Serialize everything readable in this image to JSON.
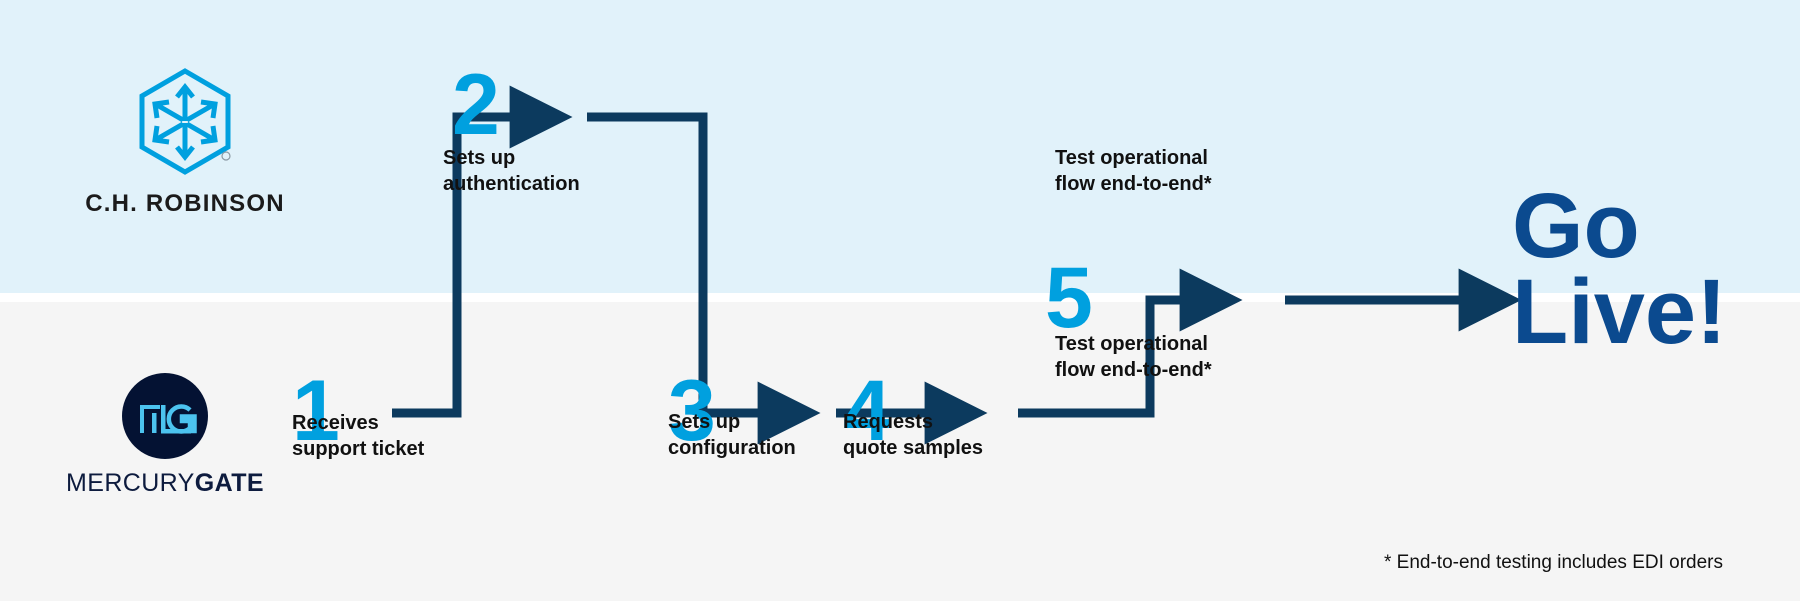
{
  "colors": {
    "band_top": "#e1f2fa",
    "band_bottom": "#f5f5f5",
    "accent_cyan": "#00a0df",
    "navy": "#0c3a5e",
    "go_live_blue": "#0b4a8f",
    "mg_circle": "#041233",
    "mg_mark": "#4cc3ef",
    "text_dark": "#111111"
  },
  "logos": {
    "chrobinson": {
      "name": "ch-robinson-logo",
      "mark": "hexagon-six-arrow-icon",
      "wordmark": "C.H. ROBINSON",
      "registered_mark": "®"
    },
    "mercurygate": {
      "name": "mercurygate-logo",
      "mark": "mg-monogram-icon",
      "wordmark_light": "MERCURY",
      "wordmark_bold": "GATE"
    }
  },
  "steps": [
    {
      "number": "1",
      "label": "Receives\nsupport ticket",
      "lane": "bottom"
    },
    {
      "number": "2",
      "label": "Sets up\nauthentication",
      "lane": "top"
    },
    {
      "number": "3",
      "label": "Sets up\nconfiguration",
      "lane": "bottom"
    },
    {
      "number": "4",
      "label": "Requests\nquote samples",
      "lane": "bottom"
    },
    {
      "number": "5",
      "label_top": "Test operational\nflow end-to-end*",
      "label_bottom": "Test operational\nflow end-to-end*",
      "lane": "split"
    }
  ],
  "outcome": {
    "label": "Go\nLive!"
  },
  "footnote": {
    "text": "* End-to-end testing includes EDI orders"
  }
}
